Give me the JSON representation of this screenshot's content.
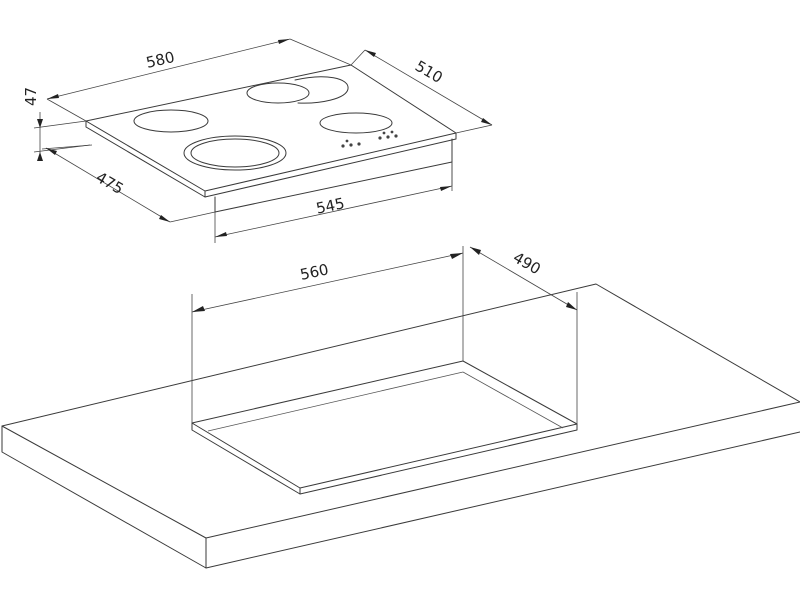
{
  "hob_dimensions": {
    "width": "580",
    "depth": "510",
    "height": "47",
    "side_depth": "475",
    "front_width": "545"
  },
  "cutout_dimensions": {
    "width": "560",
    "depth": "490"
  }
}
